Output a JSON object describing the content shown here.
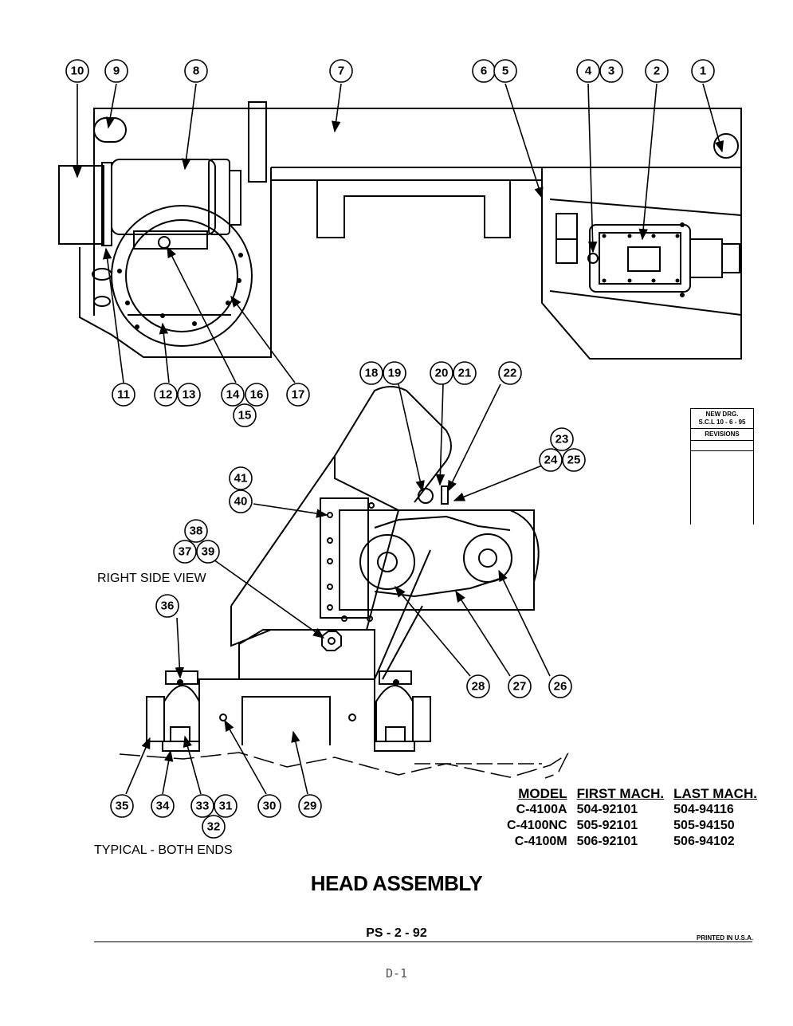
{
  "views": {
    "right_side_label": "RIGHT SIDE VIEW",
    "typical_label": "TYPICAL - BOTH ENDS"
  },
  "revision_block": {
    "line1": "NEW DRG.",
    "line2": "S.C.L 10 - 6 - 95",
    "line3": "REVISIONS"
  },
  "model_table": {
    "headers": [
      "MODEL",
      "FIRST MACH.",
      "LAST MACH."
    ],
    "rows": [
      [
        "C-4100A",
        "504-92101",
        "504-94116"
      ],
      [
        "C-4100NC",
        "505-92101",
        "505-94150"
      ],
      [
        "C-4100M",
        "506-92101",
        "506-94102"
      ]
    ]
  },
  "title": "HEAD ASSEMBLY",
  "footer": {
    "page_code": "PS - 2 - 92",
    "printed": "PRINTED IN U.S.A.",
    "sheet": "D-1"
  },
  "callouts": [
    "1",
    "2",
    "3",
    "4",
    "5",
    "6",
    "7",
    "8",
    "9",
    "10",
    "11",
    "12",
    "13",
    "14",
    "15",
    "16",
    "17",
    "18",
    "19",
    "20",
    "21",
    "22",
    "23",
    "24",
    "25",
    "26",
    "27",
    "28",
    "29",
    "30",
    "31",
    "32",
    "33",
    "34",
    "35",
    "36",
    "37",
    "38",
    "39",
    "40",
    "41"
  ]
}
